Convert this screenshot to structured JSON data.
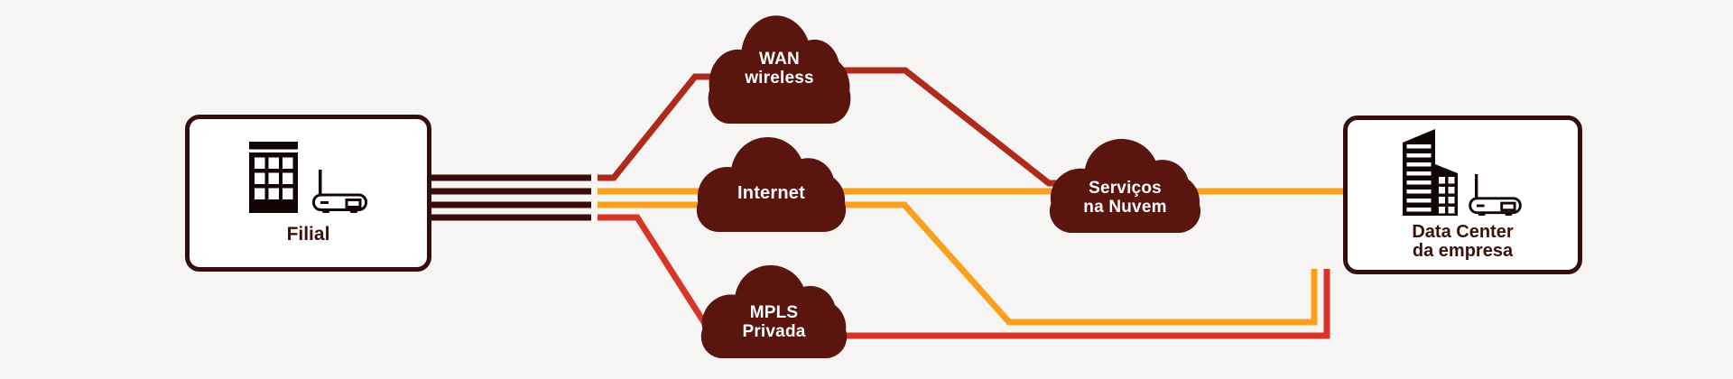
{
  "diagram_title": "",
  "colors": {
    "background": "#F7F5F4",
    "bundle_dark": "#360D0A",
    "cloud": "#5A150F",
    "cloud_text": "#FFFFFF",
    "dark_red": "#AE2A1C",
    "bright_red": "#D73527",
    "orange": "#F9A01E",
    "box_bg": "#FFFFFF",
    "label": "#3D0F0A"
  },
  "nodes": {
    "filial": {
      "label": "Filial"
    },
    "wan": {
      "label_line1": "WAN",
      "label_line2": "wireless"
    },
    "internet": {
      "label": "Internet"
    },
    "mpls": {
      "label_line1": "MPLS",
      "label_line2": "Privada"
    },
    "servicos": {
      "label_line1": "Serviços",
      "label_line2": "na Nuvem"
    },
    "datacenter": {
      "label_line1": "Data Center",
      "label_line2": "da empresa"
    }
  },
  "edges": [
    {
      "from": "Filial",
      "to": "WAN wireless",
      "color": "#AE2A1C"
    },
    {
      "from": "WAN wireless",
      "to": "Serviços na Nuvem",
      "color": "#AE2A1C"
    },
    {
      "from": "Filial",
      "to": "Internet",
      "color": "#F9A01E"
    },
    {
      "from": "Internet",
      "to": "Serviços na Nuvem",
      "color": "#F9A01E"
    },
    {
      "from": "Serviços na Nuvem",
      "to": "Data Center da empresa",
      "color": "#F9A01E"
    },
    {
      "from": "Internet",
      "to": "Data Center da empresa",
      "color": "#F9A01E"
    },
    {
      "from": "Filial",
      "to": "MPLS Privada",
      "color": "#D73527"
    },
    {
      "from": "MPLS Privada",
      "to": "Data Center da empresa",
      "color": "#D73527"
    }
  ]
}
